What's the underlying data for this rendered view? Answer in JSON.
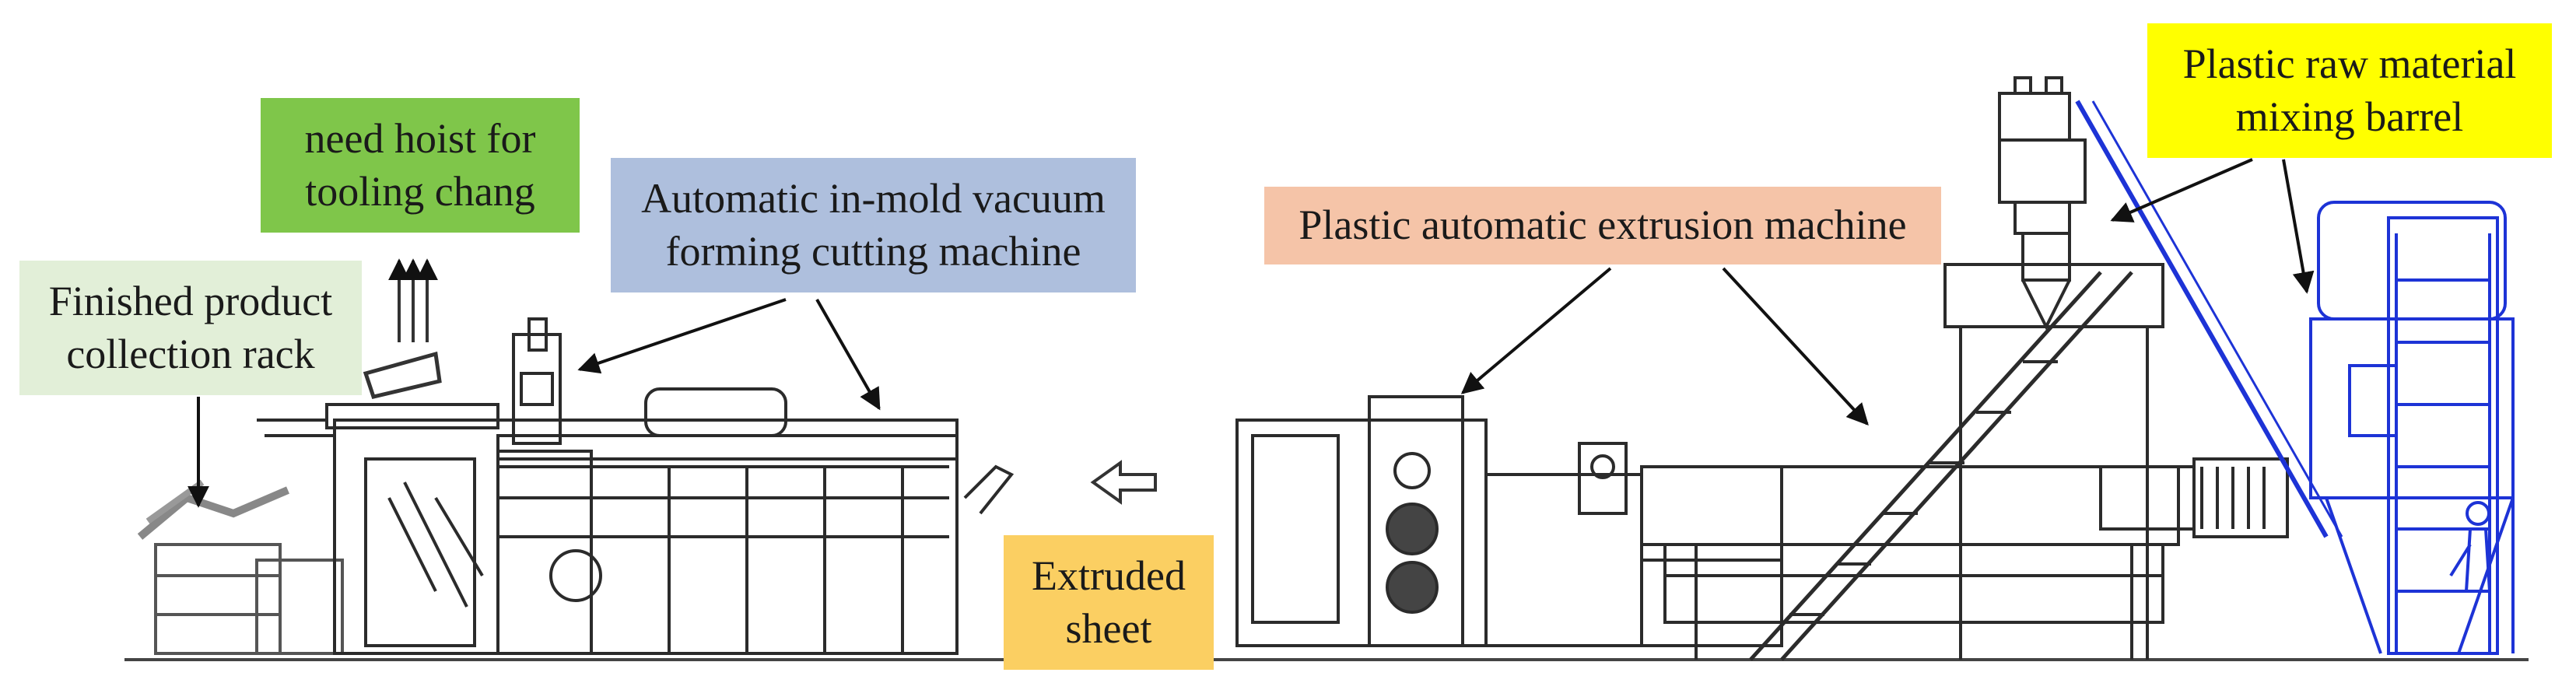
{
  "labels": {
    "hoist": {
      "text": "need hoist for\ntooling chang",
      "bg": "#7fc64a"
    },
    "vacuum_forming": {
      "text": "Automatic in-mold vacuum\nforming  cutting machine",
      "bg": "#aebfdd"
    },
    "collection_rack": {
      "text": "Finished product\ncollection rack",
      "bg": "#e2efd8"
    },
    "extrusion_machine": {
      "text": "Plastic automatic extrusion machine",
      "bg": "#f5c4a8"
    },
    "mixing_barrel": {
      "text": "Plastic raw material\nmixing barrel",
      "bg": "#ffff00"
    },
    "extruded_sheet": {
      "text": "Extruded\nsheet",
      "bg": "#fbcf62"
    }
  },
  "colors": {
    "machine_line": "#2b2b2b",
    "mixer_line": "#1d33d6",
    "arrow": "#111111"
  }
}
